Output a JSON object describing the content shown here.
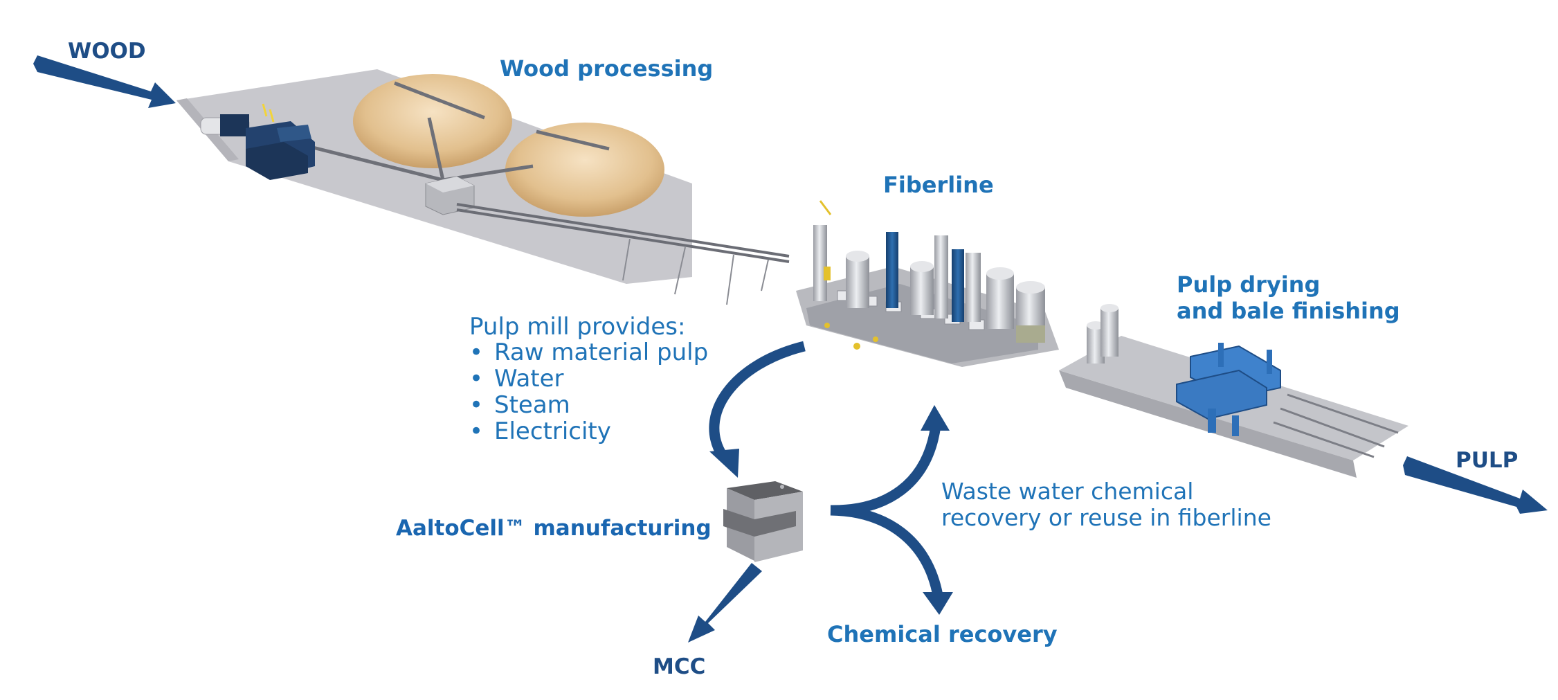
{
  "labels": {
    "wood": "WOOD",
    "wood_processing": "Wood processing",
    "fiberline": "Fiberline",
    "pulp_drying_1": "Pulp drying",
    "pulp_drying_2": "and bale finishing",
    "pulp": "PULP",
    "pulp_mill_provides": "Pulp mill provides:",
    "provides_items": [
      "Raw material pulp",
      "Water",
      "Steam",
      "Electricity"
    ],
    "aaltocell": "AaltoCell™ manufacturing",
    "waste_water_1": "Waste water chemical",
    "waste_water_2": "recovery or reuse in fiberline",
    "chemical_recovery": "Chemical recovery",
    "mcc": "MCC"
  },
  "colors": {
    "arrow": "#1e4d86",
    "label_blue": "#1f73b7",
    "label_dark": "#1e4d86",
    "ground": "#c7c7cb",
    "wood_chips": "#e6c79a",
    "machinery_blue": "#2d6fb8"
  },
  "icons": {
    "plant_model": "3d-pulp-mill-model",
    "flow_arrows": "curved-process-arrows"
  }
}
